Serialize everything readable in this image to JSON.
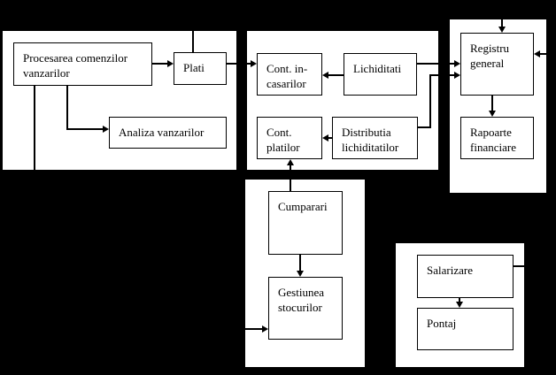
{
  "diagram": {
    "colors": {
      "background": "#000000",
      "panel_fill": "#ffffff",
      "box_fill": "#ffffff",
      "box_border": "#000000",
      "line": "#000000",
      "text": "#000000"
    },
    "nodes": {
      "procesarea_comenzilor": "Procesarea comenzilor\nvanzarilor",
      "plati": "Plati",
      "analiza_vanzarilor": "Analiza vanzarilor",
      "cont_incasarilor": "Cont. in-\ncasarilor",
      "lichiditati": "Lichiditati",
      "cont_platilor": "Cont.\nplatilor",
      "distributia_lichiditatilor": "Distributia\nlichiditatilor",
      "registru_general": "Registru\ngeneral",
      "rapoarte_financiare": "Rapoarte\nfinanciare",
      "cumparari": "Cumparari",
      "gestiunea_stocurilor": "Gestiunea\nstocurilor",
      "salarizare": "Salarizare",
      "pontaj": "Pontaj"
    },
    "edges": [
      {
        "from": "procesarea_comenzilor",
        "to": "plati"
      },
      {
        "from": "procesarea_comenzilor",
        "to": "analiza_vanzarilor"
      },
      {
        "from": "procesarea_comenzilor",
        "to": "gestiunea_stocurilor"
      },
      {
        "from": "plati",
        "to": "cont_incasarilor"
      },
      {
        "from": "lichiditati",
        "to": "cont_incasarilor"
      },
      {
        "from": "lichiditati",
        "to": "registru_general"
      },
      {
        "from": "distributia_lichiditatilor",
        "to": "registru_general"
      },
      {
        "from": "distributia_lichiditatilor",
        "to": "cont_platilor"
      },
      {
        "from": "cumparari",
        "to": "cont_platilor"
      },
      {
        "from": "cumparari",
        "to": "gestiunea_stocurilor"
      },
      {
        "from": "registru_general",
        "to": "rapoarte_financiare"
      },
      {
        "from": "salarizare",
        "to": "registru_general"
      },
      {
        "from": "salarizare",
        "to": "pontaj"
      },
      {
        "from": "offscreen_top",
        "to": "plati"
      },
      {
        "from": "offscreen_top",
        "to": "registru_general"
      }
    ]
  }
}
